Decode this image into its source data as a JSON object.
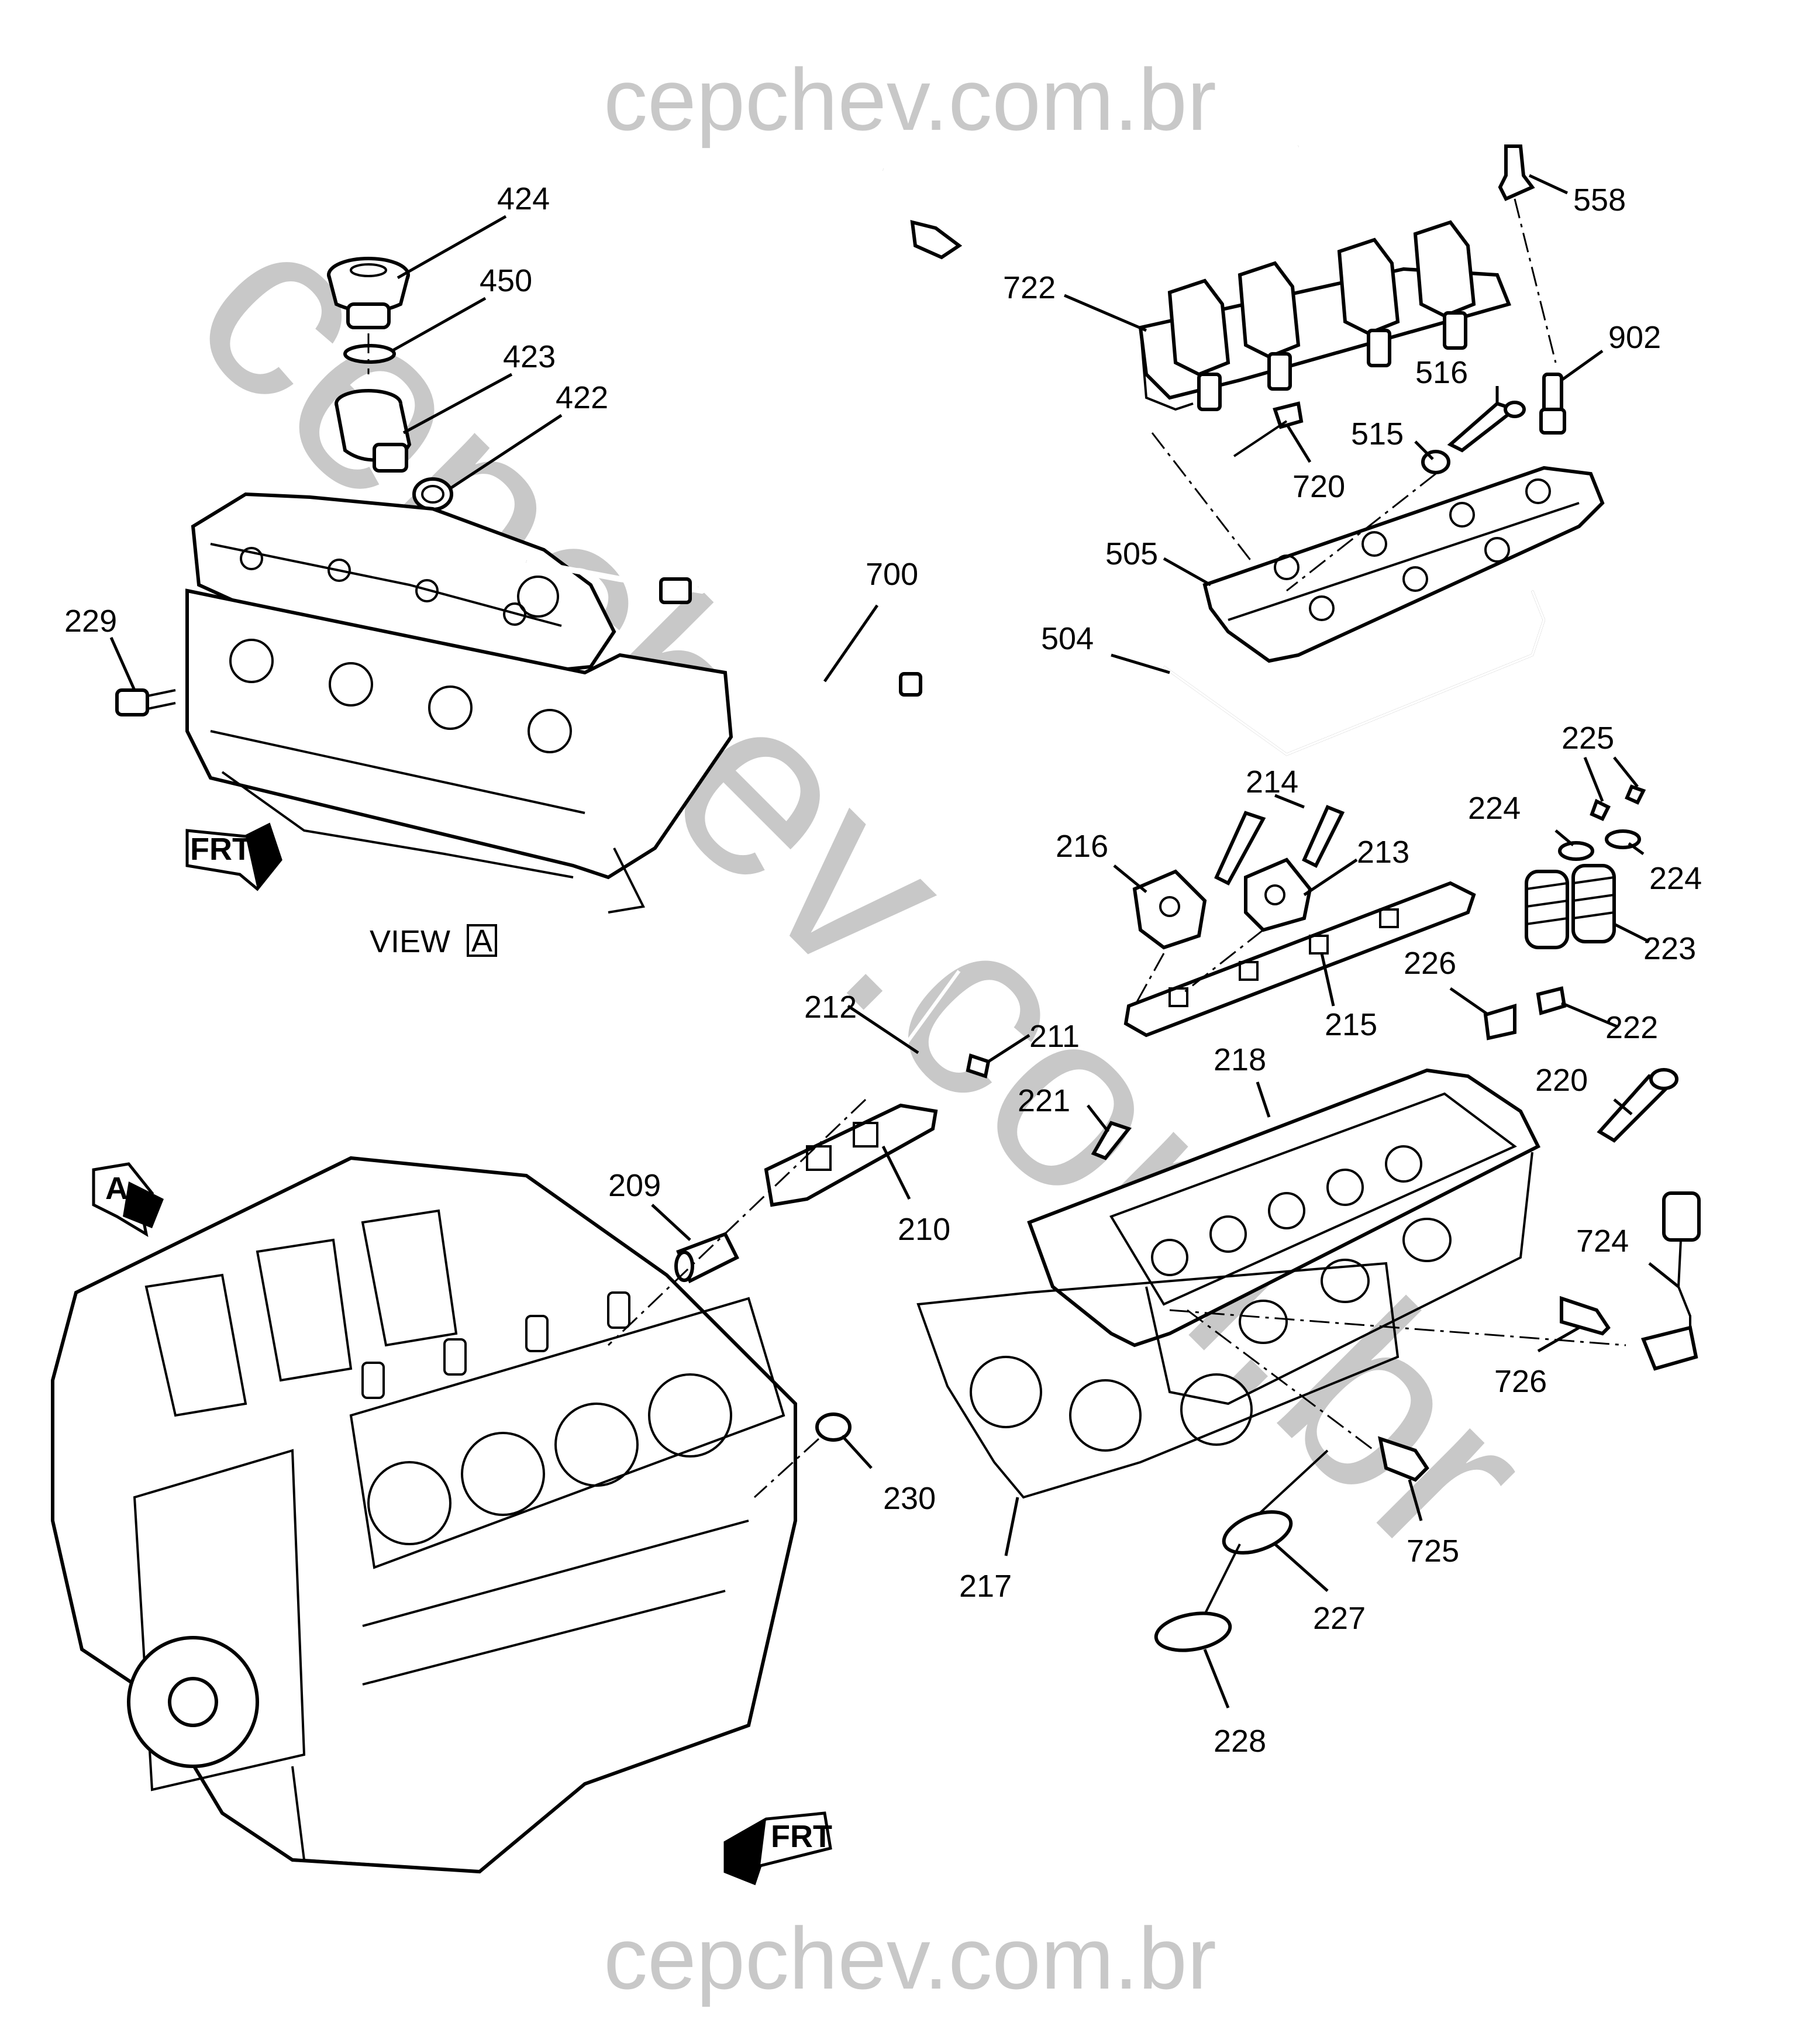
{
  "watermark": {
    "top": "cepchev.com.br",
    "bottom": "cepchev.com.br",
    "diagonal": "cepchev.com.br",
    "color": "#c8c8c8"
  },
  "view_label": {
    "text": "VIEW",
    "box_letter": "A"
  },
  "view_marker": "A",
  "direction_markers": [
    {
      "id": "frt-inset",
      "text": "FRT"
    },
    {
      "id": "frt-main",
      "text": "FRT"
    }
  ],
  "callouts": [
    {
      "id": "424",
      "text": "424"
    },
    {
      "id": "450",
      "text": "450"
    },
    {
      "id": "423",
      "text": "423"
    },
    {
      "id": "422",
      "text": "422"
    },
    {
      "id": "229",
      "text": "229"
    },
    {
      "id": "700",
      "text": "700"
    },
    {
      "id": "722",
      "text": "722"
    },
    {
      "id": "558",
      "text": "558"
    },
    {
      "id": "902",
      "text": "902"
    },
    {
      "id": "516",
      "text": "516"
    },
    {
      "id": "515",
      "text": "515"
    },
    {
      "id": "720",
      "text": "720"
    },
    {
      "id": "505",
      "text": "505"
    },
    {
      "id": "504",
      "text": "504"
    },
    {
      "id": "225",
      "text": "225"
    },
    {
      "id": "214",
      "text": "214"
    },
    {
      "id": "224a",
      "text": "224"
    },
    {
      "id": "224b",
      "text": "224"
    },
    {
      "id": "216",
      "text": "216"
    },
    {
      "id": "213",
      "text": "213"
    },
    {
      "id": "223",
      "text": "223"
    },
    {
      "id": "226",
      "text": "226"
    },
    {
      "id": "215",
      "text": "215"
    },
    {
      "id": "222",
      "text": "222"
    },
    {
      "id": "212",
      "text": "212"
    },
    {
      "id": "211",
      "text": "211"
    },
    {
      "id": "218",
      "text": "218"
    },
    {
      "id": "220",
      "text": "220"
    },
    {
      "id": "221",
      "text": "221"
    },
    {
      "id": "209",
      "text": "209"
    },
    {
      "id": "210",
      "text": "210"
    },
    {
      "id": "724",
      "text": "724"
    },
    {
      "id": "726",
      "text": "726"
    },
    {
      "id": "230",
      "text": "230"
    },
    {
      "id": "725",
      "text": "725"
    },
    {
      "id": "217",
      "text": "217"
    },
    {
      "id": "227",
      "text": "227"
    },
    {
      "id": "228",
      "text": "228"
    }
  ]
}
